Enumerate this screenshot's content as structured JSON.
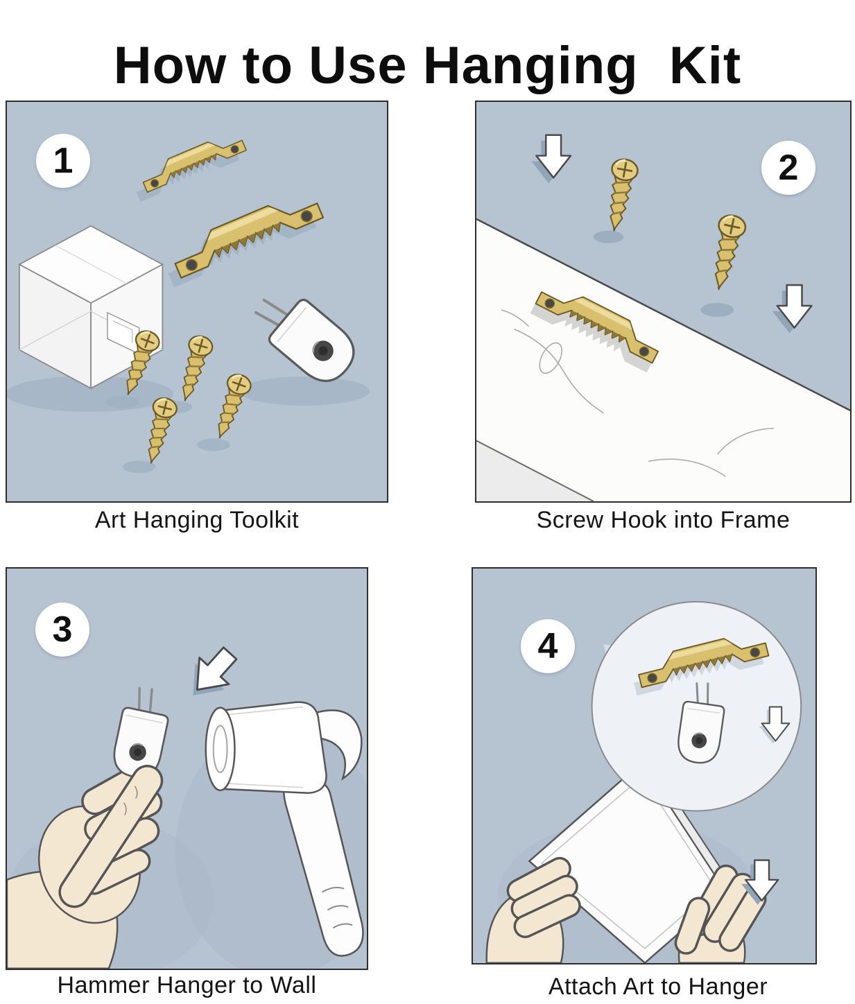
{
  "title": "How to Use Hanging  Kit",
  "panels": [
    {
      "number": "1",
      "caption": "Art Hanging Toolkit"
    },
    {
      "number": "2",
      "caption": "Screw Hook into Frame"
    },
    {
      "number": "3",
      "caption": "Hammer Hanger to Wall"
    },
    {
      "number": "4",
      "caption": "Attach Art to Hanger"
    }
  ],
  "colors": {
    "background": "#ffffff",
    "panel_background": "#b6c3d1",
    "panel_border": "#2e2e2e",
    "text": "#111111",
    "brass": "#d9c06f",
    "brass_highlight": "#ecdd9e",
    "brass_shadow": "#8f7836",
    "skin": "#f4e7d2",
    "object_white": "#fbfbfb",
    "shadow_blue": "#9cafc1"
  }
}
